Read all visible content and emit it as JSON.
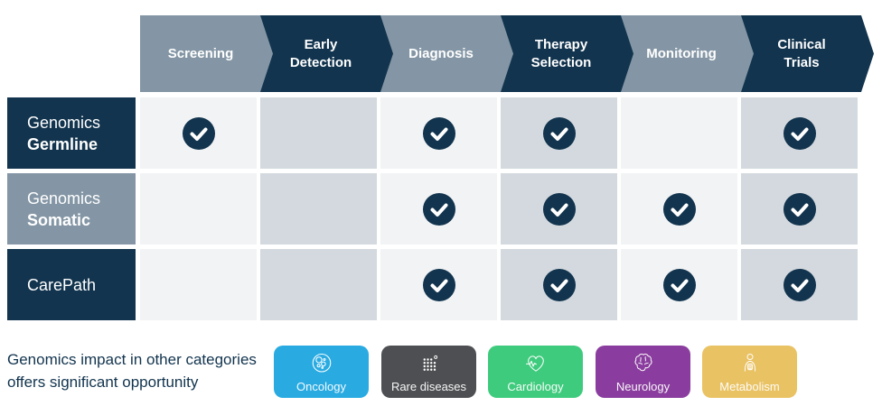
{
  "colors": {
    "navy": "#12344e",
    "gray": "#8496a5",
    "cell_light": "#f1f3f5",
    "cell_dark": "#d3d9de",
    "background": "#ffffff",
    "note_text": "#12344e",
    "check_fill": "#12344e"
  },
  "table": {
    "stages": [
      {
        "label": "Screening",
        "variant": "gray"
      },
      {
        "label": "Early\nDetection",
        "variant": "navy"
      },
      {
        "label": "Diagnosis",
        "variant": "gray"
      },
      {
        "label": "Therapy\nSelection",
        "variant": "navy"
      },
      {
        "label": "Monitoring",
        "variant": "gray"
      },
      {
        "label": "Clinical\nTrials",
        "variant": "navy"
      }
    ],
    "rows": [
      {
        "label_regular": "Genomics",
        "label_bold": "Germline",
        "variant": "navy",
        "checks": [
          true,
          false,
          true,
          true,
          false,
          true
        ]
      },
      {
        "label_regular": "Genomics",
        "label_bold": "Somatic",
        "variant": "gray",
        "checks": [
          false,
          false,
          true,
          true,
          true,
          true
        ]
      },
      {
        "label_regular": "CarePath",
        "label_bold": "",
        "variant": "navy",
        "checks": [
          false,
          false,
          true,
          true,
          true,
          true
        ]
      }
    ]
  },
  "footer": {
    "note": "Genomics impact in other categories\noffers significant opportunity",
    "badges": [
      {
        "label": "Oncology",
        "color": "#29abe2",
        "icon": "cells-icon"
      },
      {
        "label": "Rare diseases",
        "color": "#4d4f52",
        "icon": "dots-grid-icon"
      },
      {
        "label": "Cardiology",
        "color": "#3ecb7d",
        "icon": "heart-pulse-icon"
      },
      {
        "label": "Neurology",
        "color": "#8a3d9e",
        "icon": "brain-icon"
      },
      {
        "label": "Metabolism",
        "color": "#e9c263",
        "icon": "body-digestive-icon"
      }
    ]
  }
}
